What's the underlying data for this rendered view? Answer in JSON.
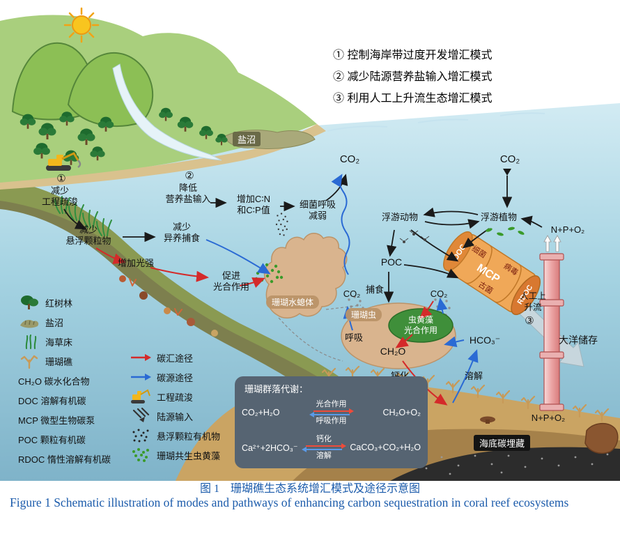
{
  "modes": {
    "items": [
      "① 控制海岸带过度开发增汇模式",
      "② 减少陆源营养盐输入增汇模式",
      "③ 利用人工上升流生态增汇模式"
    ]
  },
  "scene": {
    "salt_marsh": "盐沼",
    "marker1": "①",
    "dredging": "减少\n工程疏浚",
    "marker2": "②",
    "nutrient": "降低\n营养盐输入",
    "ratio": "增加C∶N\n和C∶P值",
    "bacteria": "细菌呼吸\n减弱",
    "co2_rise": "CO₂",
    "co2_sink": "CO₂",
    "zooplankton": "浮游动物",
    "phytoplankton": "浮游植物",
    "npo2_top": "N+P+O₂",
    "suspended": "减少\n悬浮颗粒物",
    "heterotrophy": "减少\n异养捕食",
    "light": "增加光强",
    "photosynthesis": "促进\n光合作用",
    "coral_polyp": "珊瑚水螅体",
    "poc": "POC",
    "predation": "捕食",
    "co2_plume_left": "CO₂",
    "co2_plume_right": "CO₂",
    "coral_worm": "珊瑚虫",
    "zoox": "虫黄藻\n光合作用",
    "respiration": "呼吸",
    "ch2o": "CH₂O",
    "hco3": "HCO₃⁻",
    "calcification": "钙化",
    "dissolution": "溶解",
    "marker3": "③",
    "upwelling": "人工上\n升流",
    "ocean_storage": "大洋储存",
    "npo2_bottom": "N+P+O₂",
    "seabed_burial": "海底碳埋藏",
    "barrel": {
      "doc": "DOC",
      "bacteria": "细菌",
      "virus": "病毒",
      "mcp": "MCP",
      "archaea": "古菌",
      "rdoc": "RDOC"
    }
  },
  "metabolism": {
    "title": "珊瑚群落代谢：",
    "r1_left": "CO₂+H₂O",
    "r1_top": "光合作用",
    "r1_bottom": "呼吸作用",
    "r1_right": "CH₂O+O₂",
    "r2_left": "Ca²⁺+2HCO₃⁻",
    "r2_top": "钙化",
    "r2_bottom": "溶解",
    "r2_right": "CaCO₃+CO₂+H₂O"
  },
  "legend": {
    "col1": [
      {
        "icon": "mangrove-icon",
        "label": "红树林"
      },
      {
        "icon": "saltmarsh-icon",
        "label": "盐沼"
      },
      {
        "icon": "seagrass-icon",
        "label": "海草床"
      },
      {
        "icon": "coral-reef-icon",
        "label": "珊瑚礁"
      },
      {
        "label": "CH₂O 碳水化合物"
      },
      {
        "label": "DOC 溶解有机碳"
      },
      {
        "label": "MCP 微型生物碳泵"
      },
      {
        "label": "POC 颗粒有机碳"
      },
      {
        "label": "RDOC 惰性溶解有机碳"
      }
    ],
    "col2": [
      {
        "icon": "sink-arrow-icon",
        "label": "碳汇途径"
      },
      {
        "icon": "source-arrow-icon",
        "label": "碳源途径"
      },
      {
        "icon": "excavator-icon",
        "label": "工程疏浚"
      },
      {
        "icon": "land-input-icon",
        "label": "陆源输入"
      },
      {
        "icon": "particles-icon",
        "label": "悬浮颗粒有机物"
      },
      {
        "icon": "zoox-icon",
        "label": "珊瑚共生虫黄藻"
      }
    ]
  },
  "caption": {
    "zh": "图 1　珊瑚礁生态系统增汇模式及途径示意图",
    "en": "Figure 1  Schematic illustration of modes and pathways of enhancing carbon sequestration in coral reef ecosystems"
  },
  "colors": {
    "sink_red": "#d42a2a",
    "source_blue": "#2a6ad4",
    "caption_blue": "#1b5bab"
  }
}
